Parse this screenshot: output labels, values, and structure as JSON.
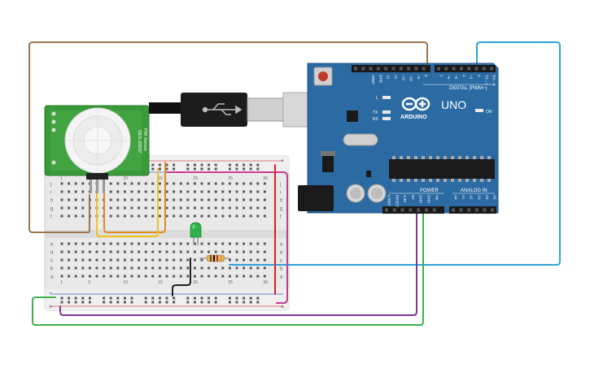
{
  "arduino": {
    "brand": "ARDUINO",
    "model": "UNO",
    "digital_header": "DIGITAL (PWM~)",
    "power_header": "POWER",
    "analog_header": "ANALOG IN",
    "led_l": "L",
    "led_tx": "TX",
    "led_rx": "RX",
    "led_on": "ON",
    "digital_pins": [
      "AREF",
      "GND",
      "13",
      "12",
      "~11",
      "~10",
      "~9",
      "8",
      "7",
      "~6",
      "~5",
      "4",
      "~3",
      "2",
      "TX→1",
      "RX←0"
    ],
    "power_pins": [
      "IOREF",
      "RESET",
      "3.3V",
      "5V",
      "GND",
      "GND",
      "Vin"
    ],
    "analog_pins": [
      "A0",
      "A1",
      "A2",
      "A3",
      "A4",
      "A5"
    ],
    "board_color": "#2b6aa3"
  },
  "pir_sensor": {
    "label_1": "PIR Sensor",
    "label_2": "SEN-20837"
  },
  "breadboard": {
    "row_letters_top": [
      "j",
      "i",
      "h",
      "g",
      "f"
    ],
    "row_letters_bottom": [
      "e",
      "d",
      "c",
      "b",
      "a"
    ],
    "column_numbers": [
      "1",
      "5",
      "10",
      "15",
      "20",
      "25",
      "30"
    ]
  },
  "components": {
    "led_color": "#2db34a",
    "resistor_color": "#e0b070"
  },
  "wire_colors": {
    "brown": "#9b7653",
    "cyan": "#2ea3d6",
    "magenta": "#c23c8e",
    "red": "#e02020",
    "orange": "#e08a1e",
    "yellow": "#f2c21b",
    "black": "#222222",
    "green": "#3cb34a",
    "purple": "#7b3a99"
  }
}
